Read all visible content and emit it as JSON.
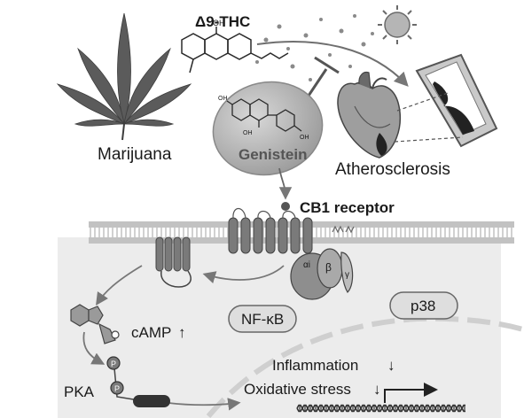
{
  "figure": {
    "labels": {
      "thc": "Δ9-THC",
      "marijuana": "Marijuana",
      "genistein": "Genistein",
      "atherosclerosis": "Atherosclerosis",
      "cb1_receptor": "CB1 receptor",
      "camp": "cAMP",
      "nfkb": "NF-κB",
      "p38": "p38",
      "pka": "PKA",
      "inflammation": "Inflammation",
      "oxidative_stress": "Oxidative stress",
      "g_alpha": "αi",
      "g_beta": "β",
      "g_gamma": "γ",
      "phospho": "P",
      "oh": "OH"
    },
    "arrows": {
      "up": "↑",
      "down": "↓"
    },
    "icons": [
      "cannabis-leaf-icon",
      "thc-molecule-icon",
      "genistein-molecule-icon",
      "sun-icon",
      "heart-icon",
      "artery-icon",
      "inhibition-icon",
      "dna-icon",
      "camp-molecule-icon"
    ],
    "colors": {
      "background": "#ffffff",
      "cell": "#ececec",
      "membrane": "#b5b5b5",
      "receptor": "#7a7a7a",
      "genistein_blob": "#b0b0b0",
      "dark": "#333333"
    }
  }
}
